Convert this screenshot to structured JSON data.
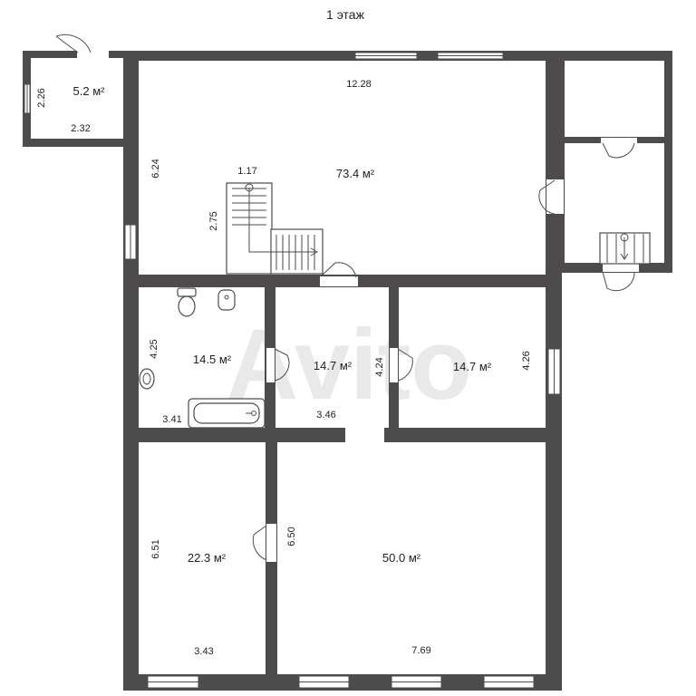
{
  "floor_title": "1 этаж",
  "watermark": "Avito",
  "colors": {
    "wall": "#4d4b4c",
    "background": "#ffffff",
    "text": "#222222"
  },
  "rooms": {
    "vestibule": {
      "area": "5.2 м²",
      "width": "2.32",
      "height": "2.26"
    },
    "hall": {
      "area": "73.4 м²",
      "width": "12.28",
      "height": "6.24"
    },
    "stair": {
      "width": "1.17",
      "height": "2.75"
    },
    "bathroom": {
      "area": "14.5 м²",
      "width": "3.41",
      "height": "4.25"
    },
    "corridor": {
      "area": "14.7 м²",
      "width": "3.46",
      "height": "4.24"
    },
    "room_right": {
      "area": "14.7 м²",
      "height": "4.26"
    },
    "bedroom": {
      "area": "22.3 м²",
      "width": "3.43",
      "height": "6.51"
    },
    "living": {
      "area": "50.0 м²",
      "width": "7.69",
      "height": "6.50"
    }
  }
}
